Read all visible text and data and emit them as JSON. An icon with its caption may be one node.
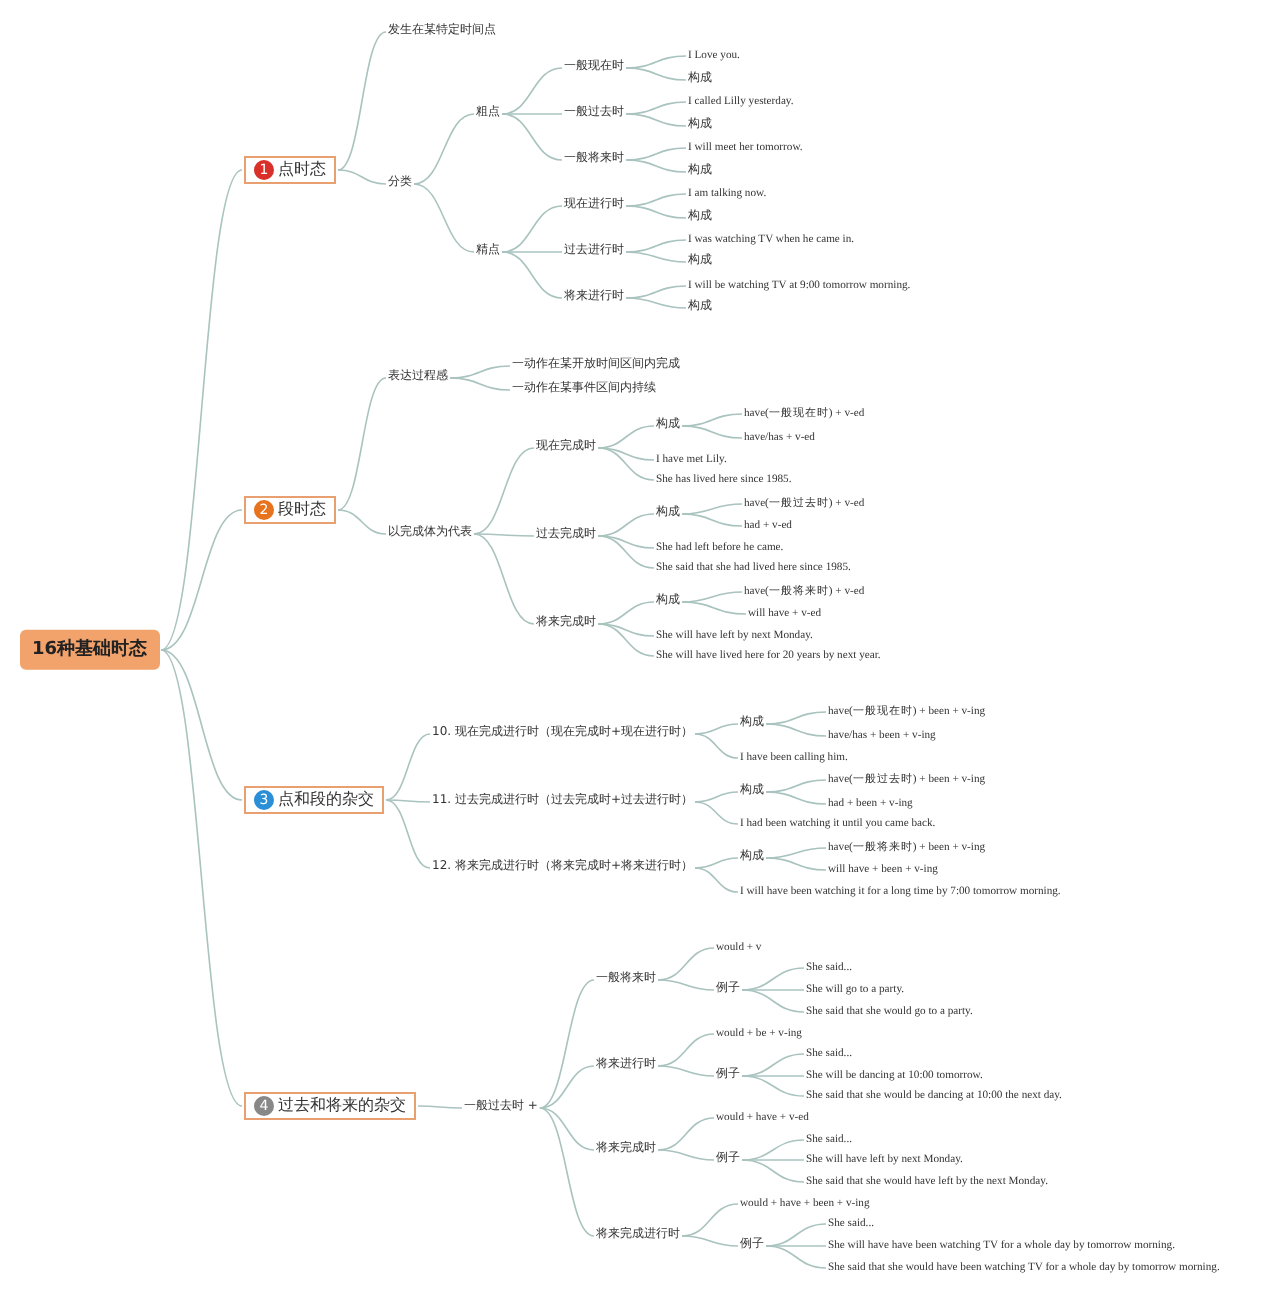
{
  "diagram": {
    "nodes": [
      {
        "text": [
          "16种基础时态"
        ]
      },
      {
        "text": [
          "1",
          "点时态"
        ]
      },
      {
        "text": [
          "发生在某特定时间点"
        ]
      },
      {
        "text": [
          "分类"
        ]
      },
      {
        "text": [
          "粗点"
        ]
      },
      {
        "text": [
          "一般现在时"
        ]
      },
      {
        "text": [
          "I Love you."
        ]
      },
      {
        "text": [
          "构成"
        ]
      },
      {
        "text": [
          "一般过去时"
        ]
      },
      {
        "text": [
          "I called Lilly yesterday."
        ]
      },
      {
        "text": [
          "构成"
        ]
      },
      {
        "text": [
          "一般将来时"
        ]
      },
      {
        "text": [
          "I will meet her tomorrow."
        ]
      },
      {
        "text": [
          "构成"
        ]
      },
      {
        "text": [
          "精点"
        ]
      },
      {
        "text": [
          "现在进行时"
        ]
      },
      {
        "text": [
          "I am talking now."
        ]
      },
      {
        "text": [
          "构成"
        ]
      },
      {
        "text": [
          "过去进行时"
        ]
      },
      {
        "text": [
          "I was watching TV when he came in."
        ]
      },
      {
        "text": [
          "构成"
        ]
      },
      {
        "text": [
          "将来进行时"
        ]
      },
      {
        "text": [
          "I will be watching TV at 9:00 tomorrow morning."
        ]
      },
      {
        "text": [
          "构成"
        ]
      },
      {
        "text": [
          "2",
          "段时态"
        ]
      },
      {
        "text": [
          "表达过程感"
        ]
      },
      {
        "text": [
          "一动作在某开放时间区间内完成"
        ]
      },
      {
        "text": [
          "一动作在某事件区间内持续"
        ]
      },
      {
        "text": [
          "以完成体为代表"
        ]
      },
      {
        "text": [
          "现在完成时"
        ]
      },
      {
        "text": [
          "构成"
        ]
      },
      {
        "text": [
          "have(一般现在时) + v-ed"
        ]
      },
      {
        "text": [
          "have/has + v-ed"
        ]
      },
      {
        "text": [
          "I have met Lily."
        ]
      },
      {
        "text": [
          "She has lived here since 1985."
        ]
      },
      {
        "text": [
          "过去完成时"
        ]
      },
      {
        "text": [
          "构成"
        ]
      },
      {
        "text": [
          "have(一般过去时) + v-ed"
        ]
      },
      {
        "text": [
          "had + v-ed"
        ]
      },
      {
        "text": [
          "She had left before he came."
        ]
      },
      {
        "text": [
          "She said that she had lived here since 1985."
        ]
      },
      {
        "text": [
          "将来完成时"
        ]
      },
      {
        "text": [
          "构成"
        ]
      },
      {
        "text": [
          "have(一般将来时) + v-ed"
        ]
      },
      {
        "text": [
          "will have + v-ed"
        ]
      },
      {
        "text": [
          "She will have left by next Monday."
        ]
      },
      {
        "text": [
          "She will have lived here for 20 years by next year."
        ]
      },
      {
        "text": [
          "3",
          "点和段的杂交"
        ]
      },
      {
        "text": [
          "10. 现在完成进行时（现在完成时+现在进行时）"
        ]
      },
      {
        "text": [
          "构成"
        ]
      },
      {
        "text": [
          "have(一般现在时) + been + v-ing"
        ]
      },
      {
        "text": [
          "have/has + been + v-ing"
        ]
      },
      {
        "text": [
          "I have been calling him."
        ]
      },
      {
        "text": [
          "11. 过去完成进行时（过去完成时+过去进行时）"
        ]
      },
      {
        "text": [
          "构成"
        ]
      },
      {
        "text": [
          "have(一般过去时) + been + v-ing"
        ]
      },
      {
        "text": [
          "had + been + v-ing"
        ]
      },
      {
        "text": [
          "I had been watching it until you came back."
        ]
      },
      {
        "text": [
          "12. 将来完成进行时（将来完成时+将来进行时）"
        ]
      },
      {
        "text": [
          "构成"
        ]
      },
      {
        "text": [
          "have(一般将来时) + been + v-ing"
        ]
      },
      {
        "text": [
          "will have + been + v-ing"
        ]
      },
      {
        "text": [
          "I will have been watching it for a long time by 7:00 tomorrow morning."
        ]
      },
      {
        "text": [
          "4",
          "过去和将来的杂交"
        ]
      },
      {
        "text": [
          "一般过去时 +"
        ]
      },
      {
        "text": [
          "一般将来时"
        ]
      },
      {
        "text": [
          "would + v"
        ]
      },
      {
        "text": [
          "例子"
        ]
      },
      {
        "text": [
          "She said..."
        ]
      },
      {
        "text": [
          "She will go to a party."
        ]
      },
      {
        "text": [
          "She said that she would go to a party."
        ]
      },
      {
        "text": [
          "将来进行时"
        ]
      },
      {
        "text": [
          "would + be + v-ing"
        ]
      },
      {
        "text": [
          "例子"
        ]
      },
      {
        "text": [
          "She said..."
        ]
      },
      {
        "text": [
          "She will be dancing at 10:00 tomorrow."
        ]
      },
      {
        "text": [
          "She said that she would be dancing at 10:00 the next day."
        ]
      },
      {
        "text": [
          "将来完成时"
        ]
      },
      {
        "text": [
          "would + have + v-ed"
        ]
      },
      {
        "text": [
          "例子"
        ]
      },
      {
        "text": [
          "She said..."
        ]
      },
      {
        "text": [
          "She will have left by next Monday."
        ]
      },
      {
        "text": [
          "She said that she would have left by the next Monday."
        ]
      },
      {
        "text": [
          "将来完成进行时"
        ]
      },
      {
        "text": [
          "would + have + been + v-ing"
        ]
      },
      {
        "text": [
          "例子"
        ]
      },
      {
        "text": [
          "She said..."
        ]
      },
      {
        "text": [
          "She will have have been watching TV for a whole day by tomorrow morning."
        ]
      },
      {
        "text": [
          "She said that she would have been watching TV for a whole day by tomorrow morning."
        ]
      }
    ],
    "edges": [
      {
        "from": 0,
        "to": 1,
        "arrow": "none"
      },
      {
        "from": 0,
        "to": 24,
        "arrow": "none"
      },
      {
        "from": 0,
        "to": 47,
        "arrow": "none"
      },
      {
        "from": 0,
        "to": 63,
        "arrow": "none"
      },
      {
        "from": 1,
        "to": 2,
        "arrow": "none"
      },
      {
        "from": 1,
        "to": 3,
        "arrow": "none"
      },
      {
        "from": 3,
        "to": 4,
        "arrow": "none"
      },
      {
        "from": 3,
        "to": 14,
        "arrow": "none"
      },
      {
        "from": 4,
        "to": 5,
        "arrow": "none"
      },
      {
        "from": 4,
        "to": 8,
        "arrow": "none"
      },
      {
        "from": 4,
        "to": 11,
        "arrow": "none"
      },
      {
        "from": 5,
        "to": 6,
        "arrow": "none"
      },
      {
        "from": 5,
        "to": 7,
        "arrow": "none"
      },
      {
        "from": 8,
        "to": 9,
        "arrow": "none"
      },
      {
        "from": 8,
        "to": 10,
        "arrow": "none"
      },
      {
        "from": 11,
        "to": 12,
        "arrow": "none"
      },
      {
        "from": 11,
        "to": 13,
        "arrow": "none"
      },
      {
        "from": 14,
        "to": 15,
        "arrow": "none"
      },
      {
        "from": 14,
        "to": 18,
        "arrow": "none"
      },
      {
        "from": 14,
        "to": 21,
        "arrow": "none"
      },
      {
        "from": 15,
        "to": 16,
        "arrow": "none"
      },
      {
        "from": 15,
        "to": 17,
        "arrow": "none"
      },
      {
        "from": 18,
        "to": 19,
        "arrow": "none"
      },
      {
        "from": 18,
        "to": 20,
        "arrow": "none"
      },
      {
        "from": 21,
        "to": 22,
        "arrow": "none"
      },
      {
        "from": 21,
        "to": 23,
        "arrow": "none"
      },
      {
        "from": 24,
        "to": 25,
        "arrow": "none"
      },
      {
        "from": 24,
        "to": 28,
        "arrow": "none"
      },
      {
        "from": 25,
        "to": 26,
        "arrow": "none"
      },
      {
        "from": 25,
        "to": 27,
        "arrow": "none"
      },
      {
        "from": 28,
        "to": 29,
        "arrow": "none"
      },
      {
        "from": 28,
        "to": 35,
        "arrow": "none"
      },
      {
        "from": 28,
        "to": 41,
        "arrow": "none"
      },
      {
        "from": 29,
        "to": 30,
        "arrow": "none"
      },
      {
        "from": 29,
        "to": 33,
        "arrow": "none"
      },
      {
        "from": 29,
        "to": 34,
        "arrow": "none"
      },
      {
        "from": 30,
        "to": 31,
        "arrow": "none"
      },
      {
        "from": 30,
        "to": 32,
        "arrow": "none"
      },
      {
        "from": 35,
        "to": 36,
        "arrow": "none"
      },
      {
        "from": 35,
        "to": 39,
        "arrow": "none"
      },
      {
        "from": 35,
        "to": 40,
        "arrow": "none"
      },
      {
        "from": 36,
        "to": 37,
        "arrow": "none"
      },
      {
        "from": 36,
        "to": 38,
        "arrow": "none"
      },
      {
        "from": 41,
        "to": 42,
        "arrow": "none"
      },
      {
        "from": 41,
        "to": 45,
        "arrow": "none"
      },
      {
        "from": 41,
        "to": 46,
        "arrow": "none"
      },
      {
        "from": 42,
        "to": 43,
        "arrow": "none"
      },
      {
        "from": 42,
        "to": 44,
        "arrow": "none"
      },
      {
        "from": 47,
        "to": 48,
        "arrow": "none"
      },
      {
        "from": 47,
        "to": 53,
        "arrow": "none"
      },
      {
        "from": 47,
        "to": 58,
        "arrow": "none"
      },
      {
        "from": 48,
        "to": 49,
        "arrow": "none"
      },
      {
        "from": 48,
        "to": 52,
        "arrow": "none"
      },
      {
        "from": 49,
        "to": 50,
        "arrow": "none"
      },
      {
        "from": 49,
        "to": 51,
        "arrow": "none"
      },
      {
        "from": 53,
        "to": 54,
        "arrow": "none"
      },
      {
        "from": 53,
        "to": 57,
        "arrow": "none"
      },
      {
        "from": 54,
        "to": 55,
        "arrow": "none"
      },
      {
        "from": 54,
        "to": 56,
        "arrow": "none"
      },
      {
        "from": 58,
        "to": 59,
        "arrow": "none"
      },
      {
        "from": 58,
        "to": 62,
        "arrow": "none"
      },
      {
        "from": 59,
        "to": 60,
        "arrow": "none"
      },
      {
        "from": 59,
        "to": 61,
        "arrow": "none"
      },
      {
        "from": 63,
        "to": 64,
        "arrow": "none"
      },
      {
        "from": 64,
        "to": 65,
        "arrow": "none"
      },
      {
        "from": 64,
        "to": 71,
        "arrow": "none"
      },
      {
        "from": 64,
        "to": 77,
        "arrow": "none"
      },
      {
        "from": 64,
        "to": 83,
        "arrow": "none"
      },
      {
        "from": 65,
        "to": 66,
        "arrow": "none"
      },
      {
        "from": 65,
        "to": 67,
        "arrow": "none"
      },
      {
        "from": 67,
        "to": 68,
        "arrow": "none"
      },
      {
        "from": 67,
        "to": 69,
        "arrow": "none"
      },
      {
        "from": 67,
        "to": 70,
        "arrow": "none"
      },
      {
        "from": 71,
        "to": 72,
        "arrow": "none"
      },
      {
        "from": 71,
        "to": 73,
        "arrow": "none"
      },
      {
        "from": 73,
        "to": 74,
        "arrow": "none"
      },
      {
        "from": 73,
        "to": 75,
        "arrow": "none"
      },
      {
        "from": 73,
        "to": 76,
        "arrow": "none"
      },
      {
        "from": 77,
        "to": 78,
        "arrow": "none"
      },
      {
        "from": 77,
        "to": 79,
        "arrow": "none"
      },
      {
        "from": 79,
        "to": 80,
        "arrow": "none"
      },
      {
        "from": 79,
        "to": 81,
        "arrow": "none"
      },
      {
        "from": 79,
        "to": 82,
        "arrow": "none"
      },
      {
        "from": 83,
        "to": 84,
        "arrow": "none"
      },
      {
        "from": 83,
        "to": 85,
        "arrow": "none"
      },
      {
        "from": 85,
        "to": 86,
        "arrow": "none"
      },
      {
        "from": 85,
        "to": 87,
        "arrow": "none"
      },
      {
        "from": 85,
        "to": 88,
        "arrow": "none"
      }
    ]
  }
}
